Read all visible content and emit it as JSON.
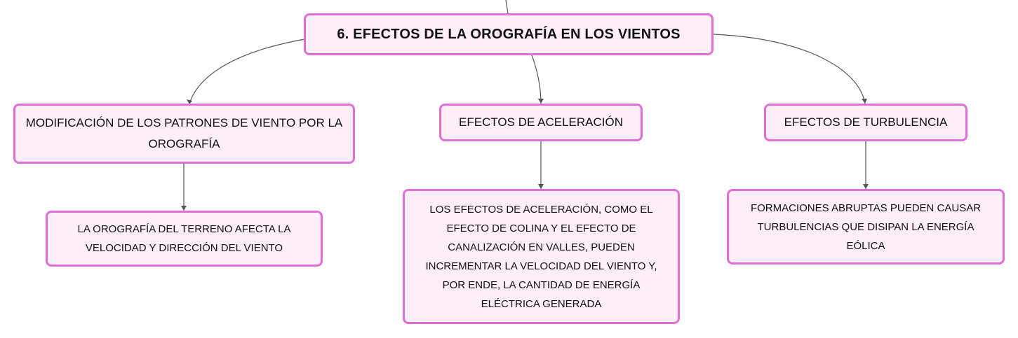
{
  "colors": {
    "node_border": "#e06fd6",
    "node_fill": "#fdeef8",
    "text": "#111111",
    "connector": "#555555"
  },
  "root": {
    "label": "6. EFECTOS DE LA OROGRAFÍA EN LOS VIENTOS"
  },
  "branches": [
    {
      "label": "MODIFICACIÓN DE LOS PATRONES DE VIENTO POR LA OROGRAFÍA",
      "child": "LA OROGRAFÍA DEL TERRENO AFECTA LA VELOCIDAD Y DIRECCIÓN DEL VIENTO"
    },
    {
      "label": "EFECTOS DE ACELERACIÓN",
      "child": "LOS EFECTOS DE ACELERACIÓN, COMO EL EFECTO DE COLINA Y EL EFECTO DE CANALIZACIÓN EN VALLES, PUEDEN INCREMENTAR LA VELOCIDAD DEL VIENTO Y, POR ENDE, LA CANTIDAD DE ENERGÍA ELÉCTRICA GENERADA"
    },
    {
      "label": "EFECTOS DE TURBULENCIA",
      "child": "FORMACIONES ABRUPTAS PUEDEN CAUSAR TURBULENCIAS QUE DISIPAN LA ENERGÍA EÓLICA"
    }
  ]
}
